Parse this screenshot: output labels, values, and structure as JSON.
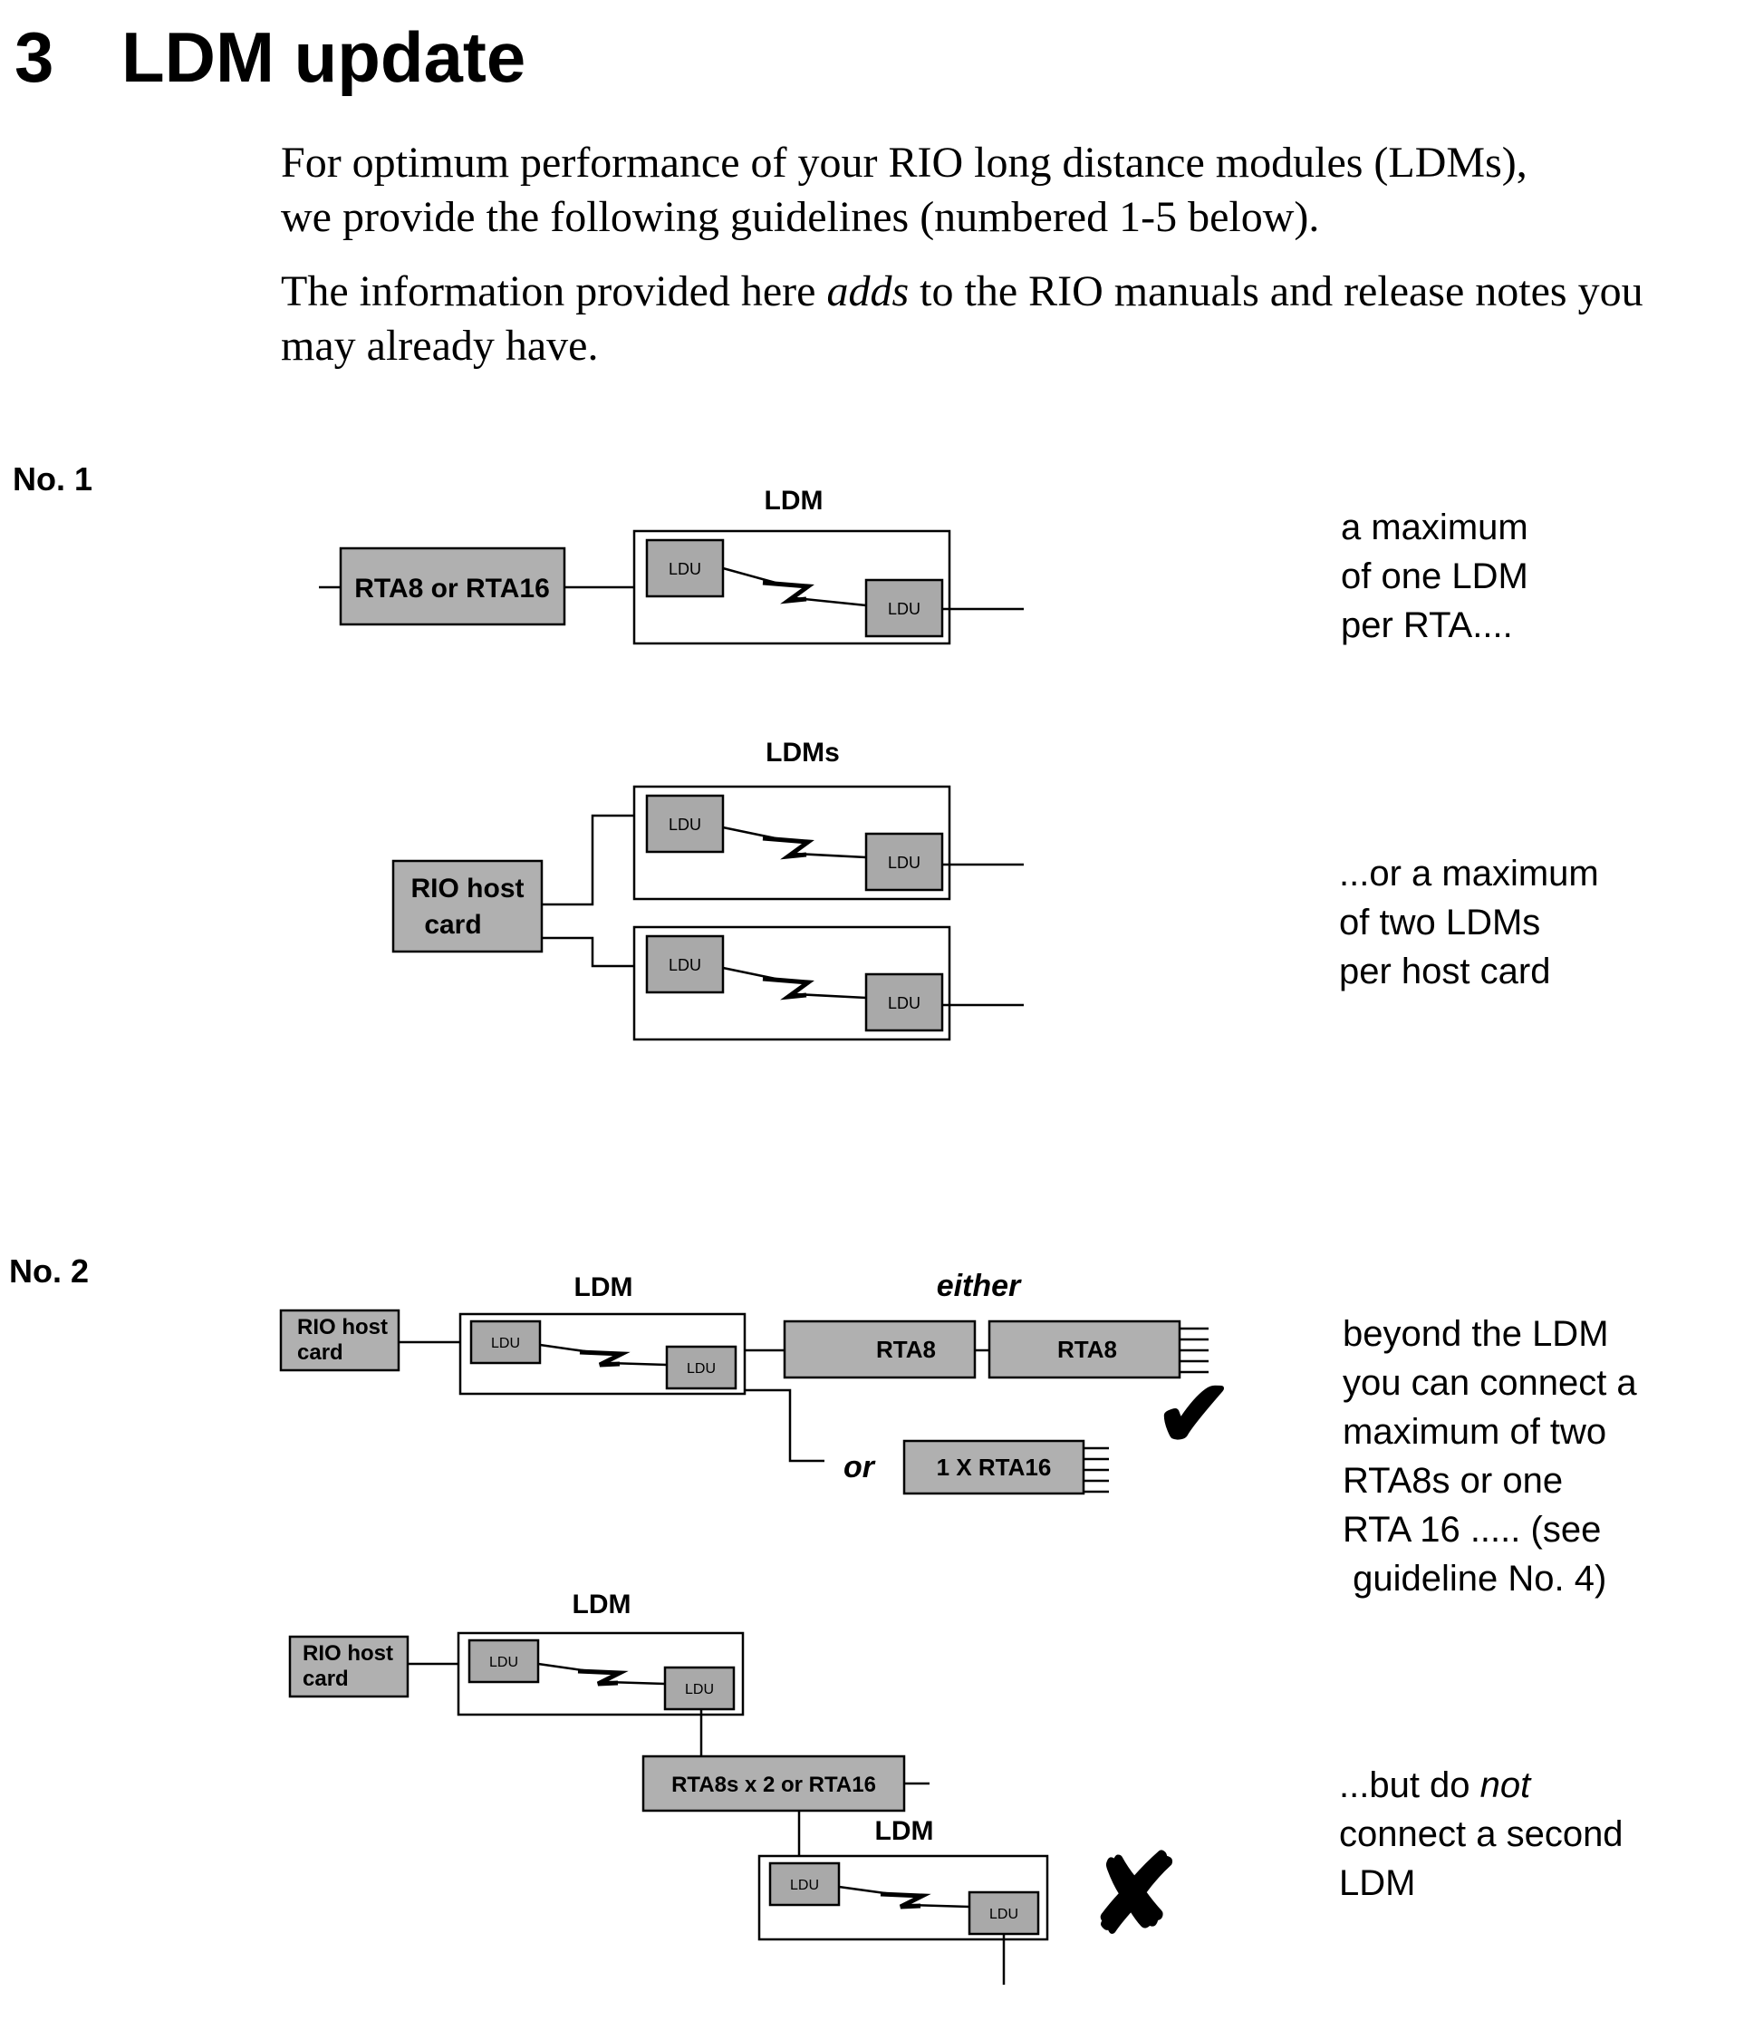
{
  "section": {
    "number": "3",
    "title": "LDM update"
  },
  "intro": {
    "p1_lines": [
      "For optimum performance of your RIO long distance modules (LDMs),",
      "we provide the following guidelines (numbered 1-5 below)."
    ],
    "p2_before": "The information provided here ",
    "p2_em": "adds",
    "p2_after": " to the RIO manuals and release notes you",
    "p2_line2": "may already have."
  },
  "guideline1": {
    "label": "No. 1",
    "diagram_a": {
      "title": "LDM",
      "source_box": "RTA8 or RTA16",
      "unit": "LDU"
    },
    "diagram_b": {
      "title": "LDMs",
      "host_lines": [
        "RIO host",
        "card"
      ],
      "unit": "LDU"
    },
    "text_a": [
      "a maximum",
      "of one LDM",
      "per RTA...."
    ],
    "text_b": [
      "...or a maximum",
      "of two LDMs",
      "per host card"
    ]
  },
  "guideline2": {
    "label": "No. 2",
    "diagram_ok": {
      "title": "LDM",
      "host_lines": [
        "RIO host",
        "card"
      ],
      "unit": "LDU",
      "either_label": "either",
      "either_boxes": [
        "RTA8",
        "RTA8"
      ],
      "or_label": "or",
      "or_box": "1 X RTA16",
      "mark": "✔"
    },
    "diagram_bad": {
      "title": "LDM",
      "host_lines": [
        "RIO host",
        "card"
      ],
      "unit": "LDU",
      "middle_box": "RTA8s x 2 or RTA16",
      "second_title": "LDM",
      "mark": "✘"
    },
    "text_ok": [
      "beyond the LDM",
      "you can connect a",
      "maximum of two",
      "RTA8s or one",
      "RTA 16 ..... (see",
      " guideline No. 4)"
    ],
    "text_bad_line1_pre": "...but do ",
    "text_bad_line1_em": "not",
    "text_bad_rest": [
      "connect a second",
      "LDM"
    ]
  }
}
